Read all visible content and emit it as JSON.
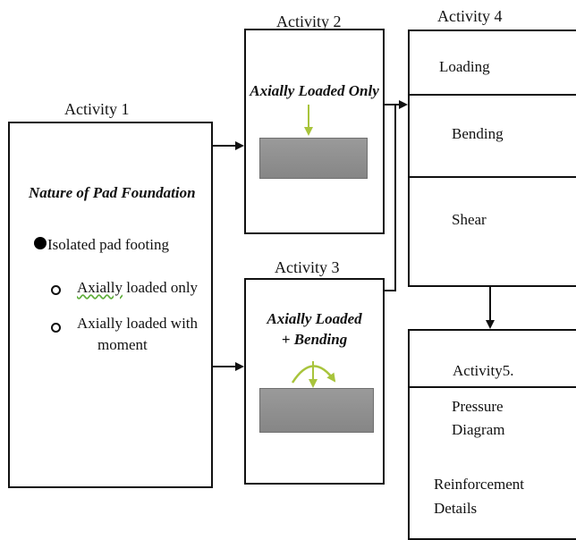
{
  "activity1": {
    "title": "Activity 1",
    "heading": "Nature of Pad Foundation",
    "main_item": "Isolated pad footing",
    "sub_item_1_word": "Axially",
    "sub_item_1_rest": "loaded only",
    "sub_item_2_line1": "Axially loaded with",
    "sub_item_2_line2": "moment"
  },
  "activity2": {
    "title": "Activity 2",
    "caption": "Axially Loaded Only"
  },
  "activity3": {
    "title": "Activity 3",
    "caption_line1": "Axially Loaded",
    "caption_line2": "+ Bending"
  },
  "activity4": {
    "title": "Activity 4",
    "rows": [
      "Loading",
      "Bending",
      "Shear"
    ]
  },
  "activity5": {
    "title": "Activity5.",
    "item1_line1": "Pressure",
    "item1_line2": "Diagram",
    "item2_line1": "Reinforcement",
    "item2_line2": "Details"
  },
  "colors": {
    "load_arrow": "#a8c43c",
    "pad": "#8c8c8c",
    "outline": "#111111"
  }
}
